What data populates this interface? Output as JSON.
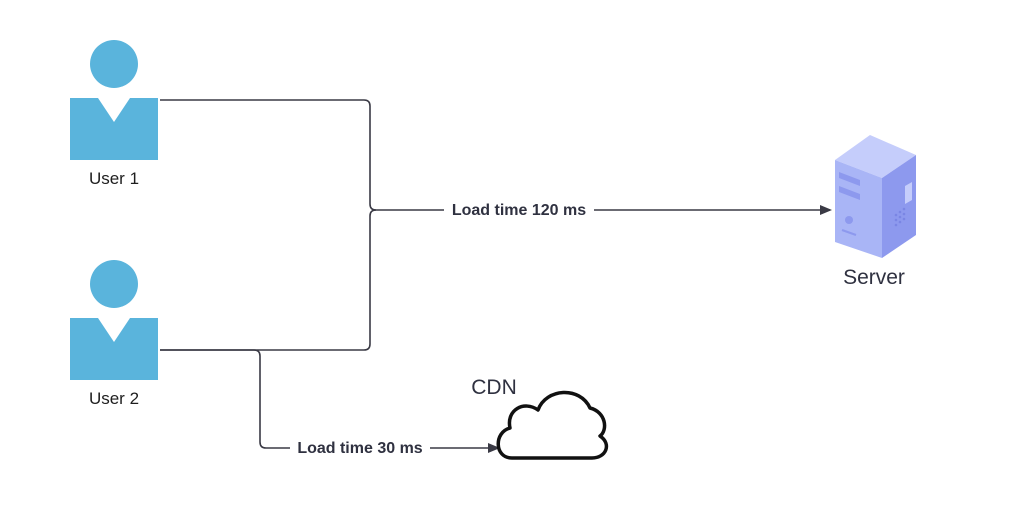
{
  "nodes": {
    "user1": {
      "label": "User 1"
    },
    "user2": {
      "label": "User 2"
    },
    "server": {
      "label": "Server"
    },
    "cdn": {
      "label": "CDN"
    }
  },
  "edges": {
    "to_server": {
      "label": "Load time 120 ms"
    },
    "to_cdn": {
      "label": "Load time 30 ms"
    }
  },
  "colors": {
    "user_fill": "#5ab4dc",
    "server_front": "#a9b5f6",
    "server_side": "#8d99ee",
    "server_top": "#c5cdfb",
    "line": "#3a3a45",
    "text": "#2f3140"
  }
}
